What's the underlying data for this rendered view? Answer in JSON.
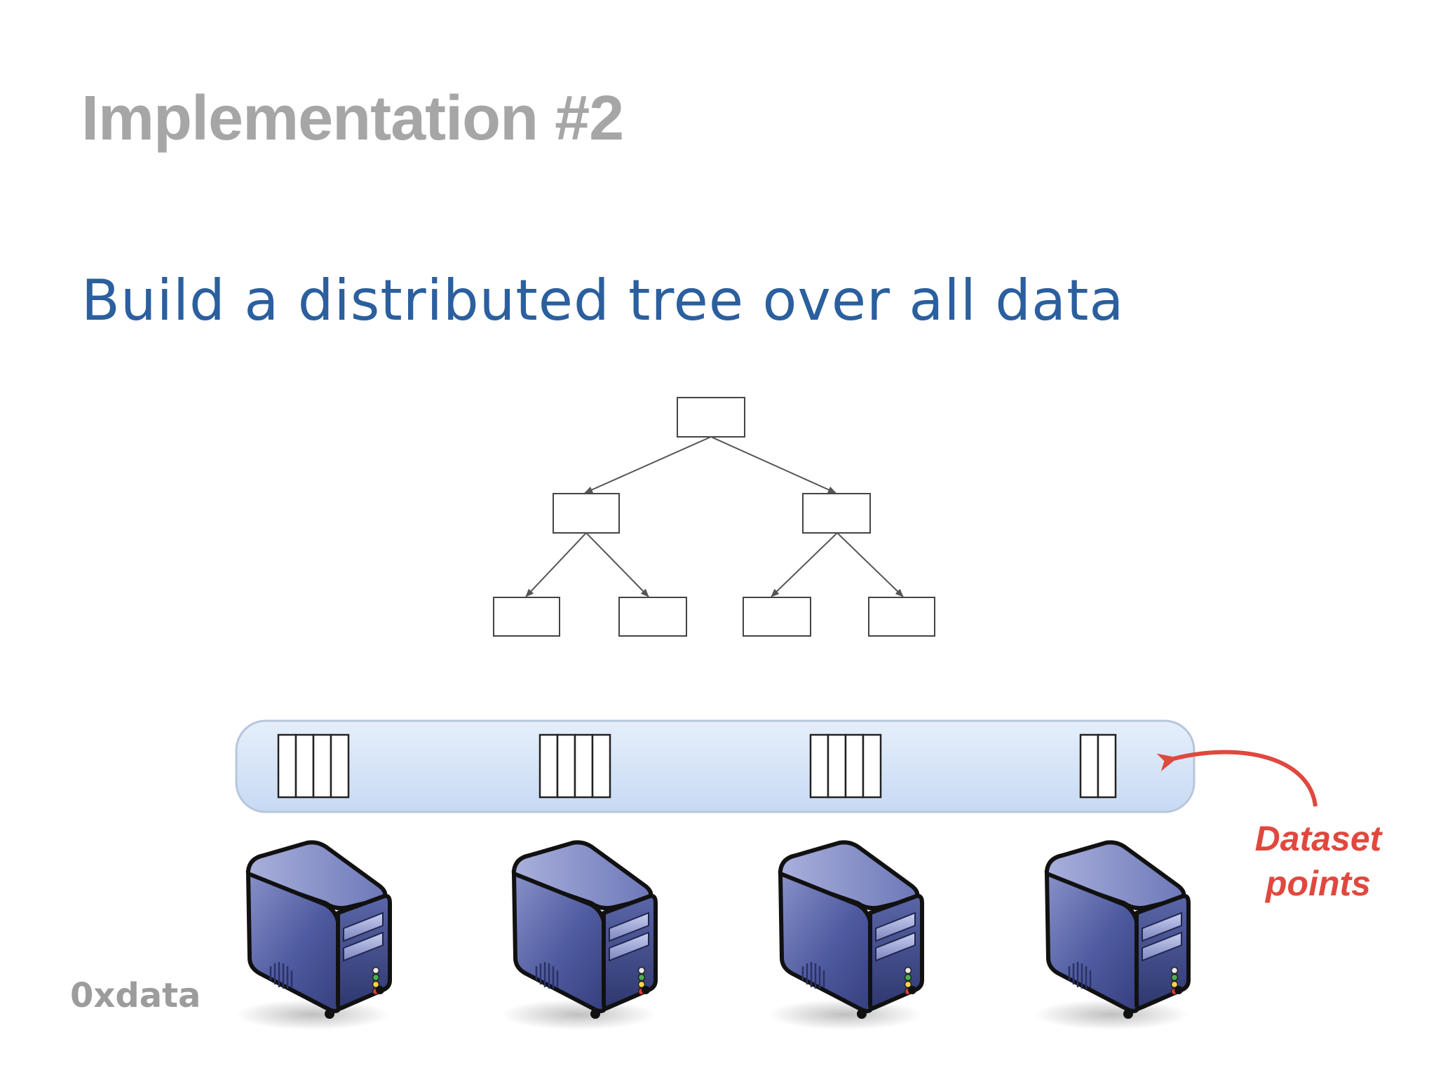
{
  "slide": {
    "title": "Implementation #2",
    "subtitle": "Build a distributed tree over all data",
    "logo": "0xdata",
    "callout_line1": "Dataset",
    "callout_line2": "points"
  },
  "diagram": {
    "tree_levels": [
      1,
      2,
      4
    ],
    "partition_column_counts": [
      4,
      4,
      4,
      2
    ],
    "server_count": 4
  },
  "colors": {
    "title": "#a6a6a6",
    "subtitle": "#2b5f9e",
    "callout": "#e0483f",
    "band_fill": "#cfe0f6",
    "server": "#4d5a9c",
    "logo": "#9c9c9c"
  }
}
